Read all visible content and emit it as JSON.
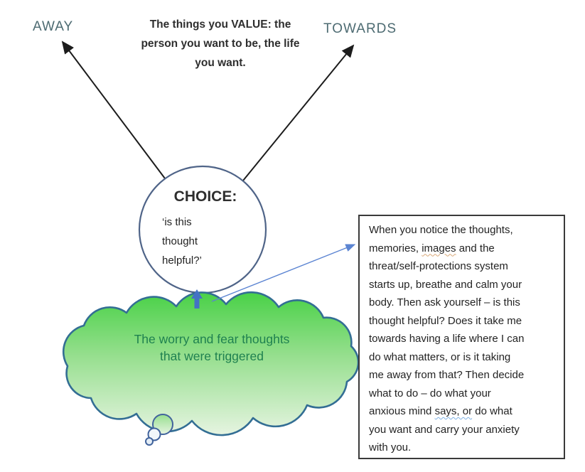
{
  "labels": {
    "away": "AWAY",
    "towards": "TOWARDS"
  },
  "value_statement": {
    "lines": [
      "The things you VALUE: the",
      "person you want to be, the life",
      "you want."
    ]
  },
  "choice": {
    "title": "CHOICE:",
    "lines": [
      "‘is this",
      "thought",
      "helpful?’"
    ]
  },
  "cloud": {
    "lines": [
      "The worry and fear thoughts",
      "that were triggered"
    ]
  },
  "note_box": {
    "lines": [
      "When you notice the thoughts,",
      "memories, images and the",
      "threat/self-protections system",
      "starts up, breathe and calm your",
      "body. Then ask yourself – is this",
      "thought helpful? Does it take me",
      "towards having a life where I can",
      "do what matters, or is it taking",
      "me away from that? Then decide",
      "what to do – do what your",
      "anxious mind says, or do what",
      "you want and carry your anxiety",
      "with you."
    ],
    "underlines": [
      {
        "line": 1,
        "text": "images",
        "type": "spell"
      },
      {
        "line": 10,
        "text": "says, or",
        "type": "grammar"
      }
    ]
  },
  "icons": {
    "up-arrow-icon": "↑",
    "away-arrow-icon": "↖",
    "towards-arrow-icon": "↗",
    "connector-arrow-icon": "→"
  },
  "colors": {
    "page-bg": "#ffffff",
    "away-towards-text": "#4d6b72",
    "heading-text": "#2e2e2e",
    "body-text": "#232323",
    "arrow-black": "#1c1c1c",
    "circle-stroke": "#4f6488",
    "cloud-stroke": "#336e94",
    "cloud-text": "#1f8150",
    "cloud-green-top": "#49d147",
    "cloud-green-mid": "#97df8f",
    "cloud-green-bottom": "#e6f4e1",
    "bubble-stroke": "#41639c",
    "blue-arrow": "#4472c4",
    "connector-blue": "#5b84d2",
    "box-border": "#3a3a3a",
    "spell-underline": "#d9a878",
    "grammar-underline": "#7fb2e5"
  }
}
